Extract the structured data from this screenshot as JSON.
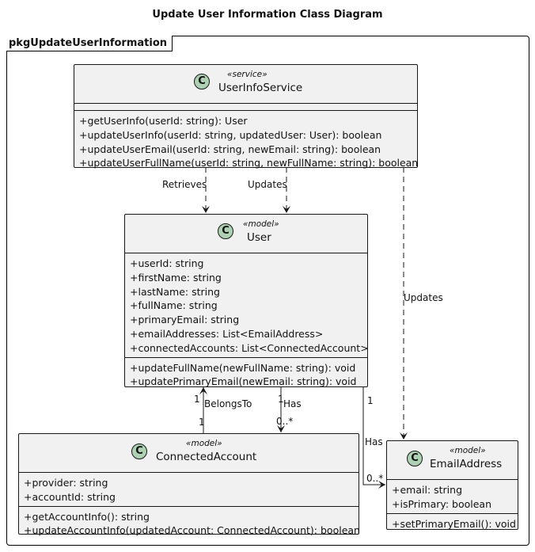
{
  "diagram": {
    "title": "Update User Information Class Diagram",
    "package": "pkgUpdateUserInformation",
    "classes": {
      "service": {
        "stereotype": "«service»",
        "name": "UserInfoService",
        "icon": "C",
        "methods": [
          "+getUserInfo(userId: string): User",
          "+updateUserInfo(userId: string, updatedUser: User): boolean",
          "+updateUserEmail(userId: string, newEmail: string): boolean",
          "+updateUserFullName(userId: string, newFullName: string): boolean"
        ]
      },
      "user": {
        "stereotype": "«model»",
        "name": "User",
        "icon": "C",
        "attributes": [
          "+userId: string",
          "+firstName: string",
          "+lastName: string",
          "+fullName: string",
          "+primaryEmail: string",
          "+emailAddresses: List<EmailAddress>",
          "+connectedAccounts: List<ConnectedAccount>"
        ],
        "methods": [
          "+updateFullName(newFullName: string): void",
          "+updatePrimaryEmail(newEmail: string): void"
        ]
      },
      "connected": {
        "stereotype": "«model»",
        "name": "ConnectedAccount",
        "icon": "C",
        "attributes": [
          "+provider: string",
          "+accountId: string"
        ],
        "methods": [
          "+getAccountInfo(): string",
          "+updateAccountInfo(updatedAccount: ConnectedAccount): boolean"
        ]
      },
      "email": {
        "stereotype": "«model»",
        "name": "EmailAddress",
        "icon": "C",
        "attributes": [
          "+email: string",
          "+isPrimary: boolean"
        ],
        "methods": [
          "+setPrimaryEmail(): void"
        ]
      }
    },
    "relations": {
      "retrieves": "Retrieves",
      "updates_user": "Updates",
      "updates_email": "Updates",
      "belongs_to": "BelongsTo",
      "belongs_to_mult_top": "1",
      "belongs_to_mult_bottom": "1",
      "has_accounts": "Has",
      "has_accounts_mult_top": "1",
      "has_accounts_mult_bottom": "0..*",
      "has_emails": "Has",
      "has_emails_mult_top": "1",
      "has_emails_mult_end": "0..*"
    }
  }
}
